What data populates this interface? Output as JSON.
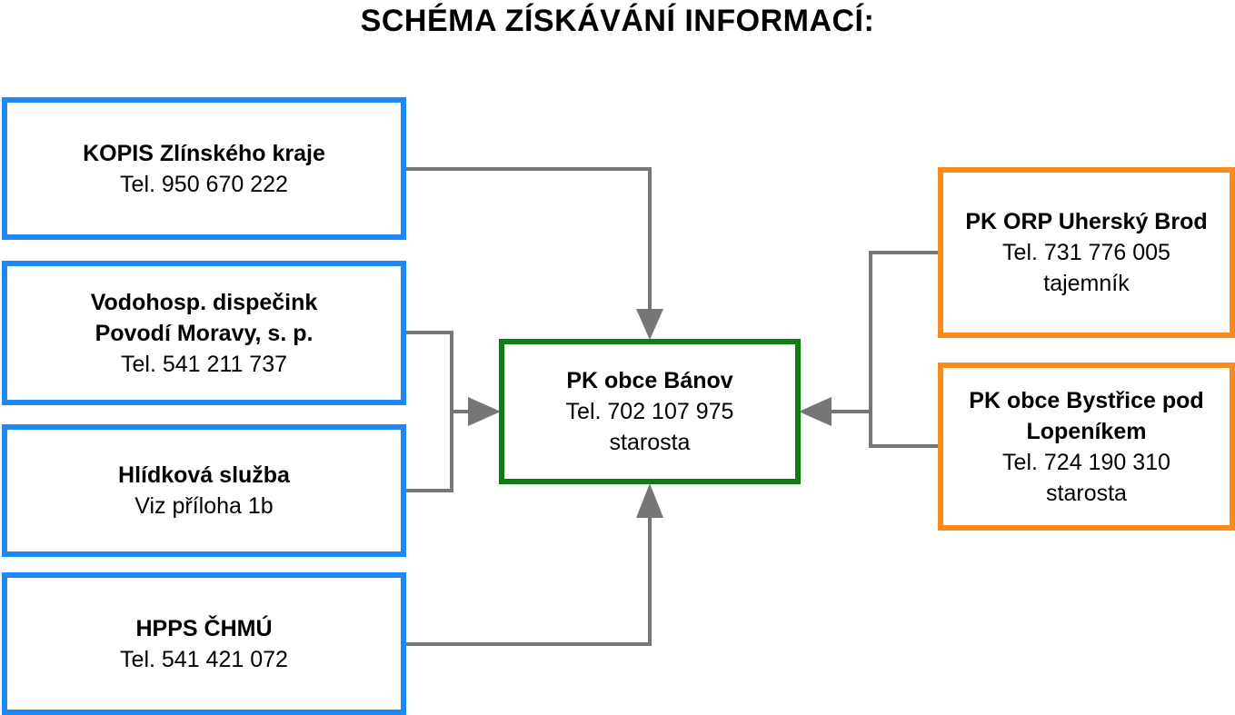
{
  "title": "SCHÉMA ZÍSKÁVÁNÍ INFORMACÍ:",
  "colors": {
    "source_border": "#1e88f5",
    "center_border": "#0d7f12",
    "neighbor_border": "#fb8a1c",
    "connector": "#767676"
  },
  "nodes": {
    "kopis": {
      "name": "KOPIS Zlínského kraje",
      "phone": "Tel. 950 670 222"
    },
    "vodohosp": {
      "name_line1": "Vodohosp. dispečink",
      "name_line2": "Povodí Moravy, s. p.",
      "phone": "Tel. 541 211 737"
    },
    "hlidkova": {
      "name": "Hlídková služba",
      "note": "Viz příloha 1b"
    },
    "hpps": {
      "name": "HPPS ČHMÚ",
      "phone": "Tel. 541 421 072"
    },
    "center": {
      "name": "PK obce Bánov",
      "phone": "Tel. 702 107 975",
      "role": "starosta"
    },
    "orp": {
      "name": "PK ORP Uherský Brod",
      "phone": "Tel. 731 776 005",
      "role": "tajemník"
    },
    "bystrice": {
      "name_line1": "PK obce Bystřice pod",
      "name_line2": "Lopeníkem",
      "phone": "Tel. 724 190 310",
      "role": "starosta"
    }
  }
}
